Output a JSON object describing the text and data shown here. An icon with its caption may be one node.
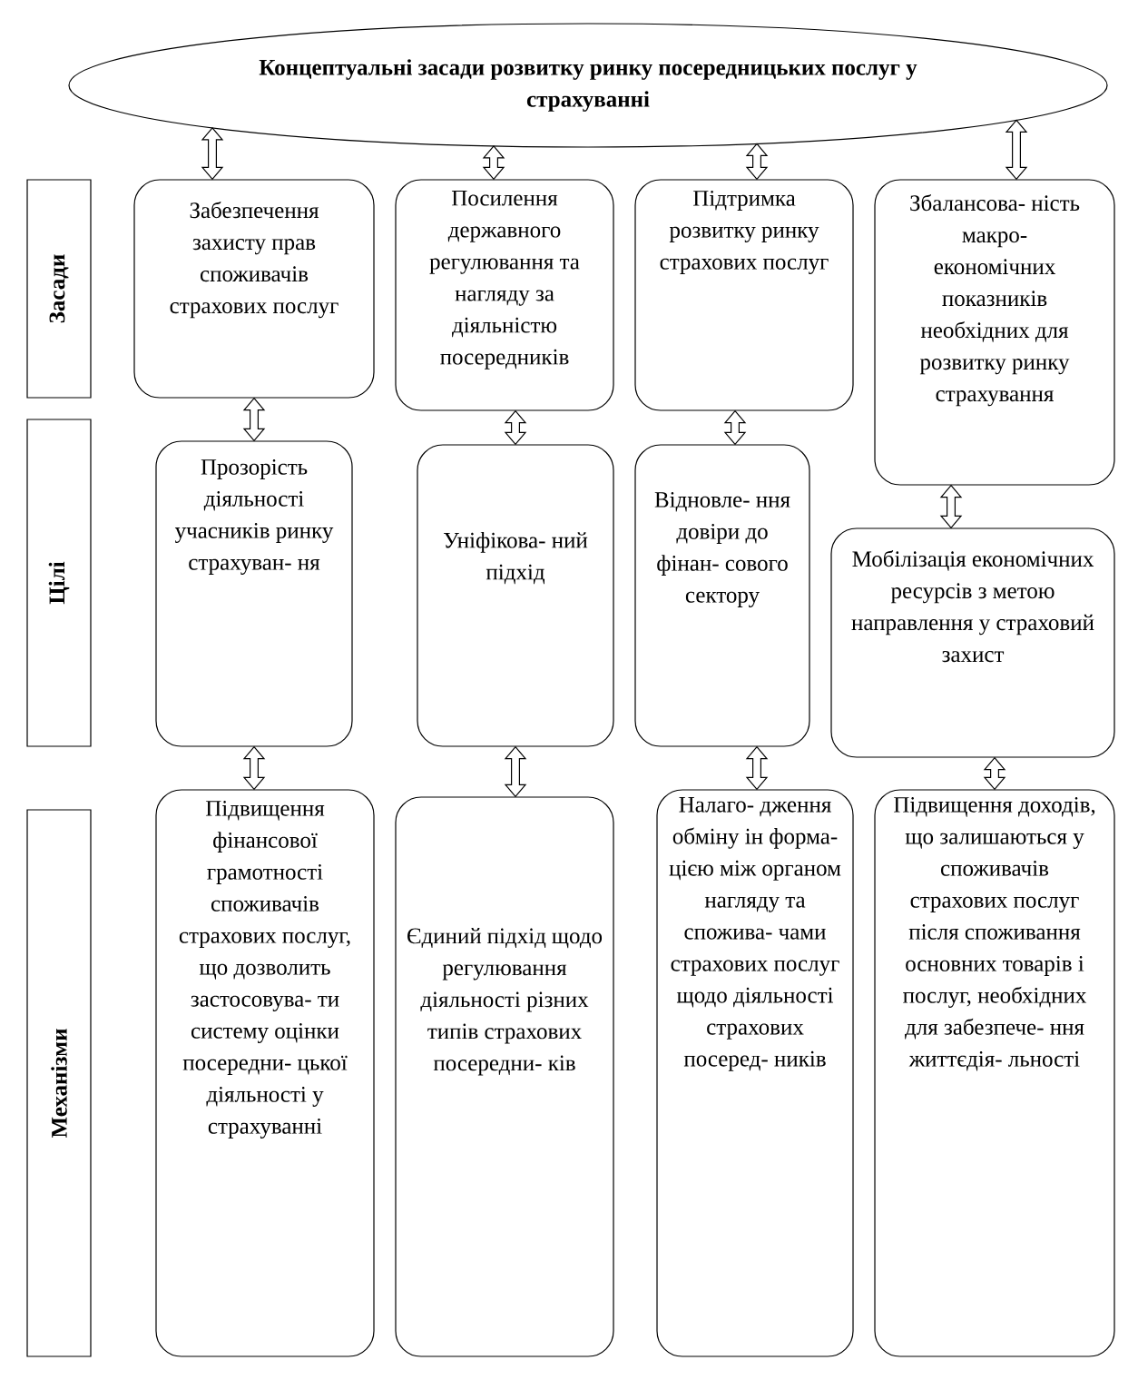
{
  "diagram": {
    "nodes": [
      {
        "text": [
          "Концептуальні засади розвитку ринку посередницьких послуг у страхуванні"
        ]
      },
      {
        "text": [
          "Засади"
        ]
      },
      {
        "text": [
          "Цілі"
        ]
      },
      {
        "text": [
          "Механізми"
        ]
      },
      {
        "text": [
          "Забезпечення захисту прав споживачів страхових послуг"
        ]
      },
      {
        "text": [
          "Посилення державного регулювання та нагляду за діяльністю посередників"
        ]
      },
      {
        "text": [
          "Підтримка розвитку ринку страхових послуг"
        ]
      },
      {
        "text": [
          "Збалансова- ність макро- економічних показників необхідних для розвитку ринку страхування"
        ]
      },
      {
        "text": [
          "Прозорість діяльності учасників ринку страхуван- ня"
        ]
      },
      {
        "text": [
          "Уніфікова- ний підхід"
        ]
      },
      {
        "text": [
          "Відновле- ння довіри до фінан- сового сектору"
        ]
      },
      {
        "text": [
          "Мобілізація економічних ресурсів з метою направлення у страховий захист"
        ]
      },
      {
        "text": [
          "Підвищення фінансової грамотності споживачів страхових послуг, що дозволить застосовува- ти систему оцінки посередни- цької діяльності у страхуванні"
        ]
      },
      {
        "text": [
          "Єдиний підхід щодо регулювання діяльності різних типів страхових посередни- ків"
        ]
      },
      {
        "text": [
          "Налаго- дження обміну ін форма- цією між органом нагляду та спожива- чами страхових послуг щодо діяльності страхових посеред- ників"
        ]
      },
      {
        "text": [
          "Підвищення доходів, що залишаються у споживачів страхових послуг після споживання основних товарів і послуг, необхідних для забезпече- ння життєдія- льності"
        ]
      }
    ],
    "edges": [
      {
        "from": 0,
        "to": 4,
        "arrow": "both"
      },
      {
        "from": 0,
        "to": 5,
        "arrow": "both"
      },
      {
        "from": 0,
        "to": 6,
        "arrow": "both"
      },
      {
        "from": 0,
        "to": 7,
        "arrow": "both"
      },
      {
        "from": 4,
        "to": 8,
        "arrow": "both"
      },
      {
        "from": 5,
        "to": 9,
        "arrow": "both"
      },
      {
        "from": 6,
        "to": 10,
        "arrow": "both"
      },
      {
        "from": 7,
        "to": 11,
        "arrow": "both"
      },
      {
        "from": 8,
        "to": 12,
        "arrow": "both"
      },
      {
        "from": 9,
        "to": 13,
        "arrow": "both"
      },
      {
        "from": 10,
        "to": 14,
        "arrow": "both"
      },
      {
        "from": 11,
        "to": 15,
        "arrow": "both"
      }
    ]
  }
}
